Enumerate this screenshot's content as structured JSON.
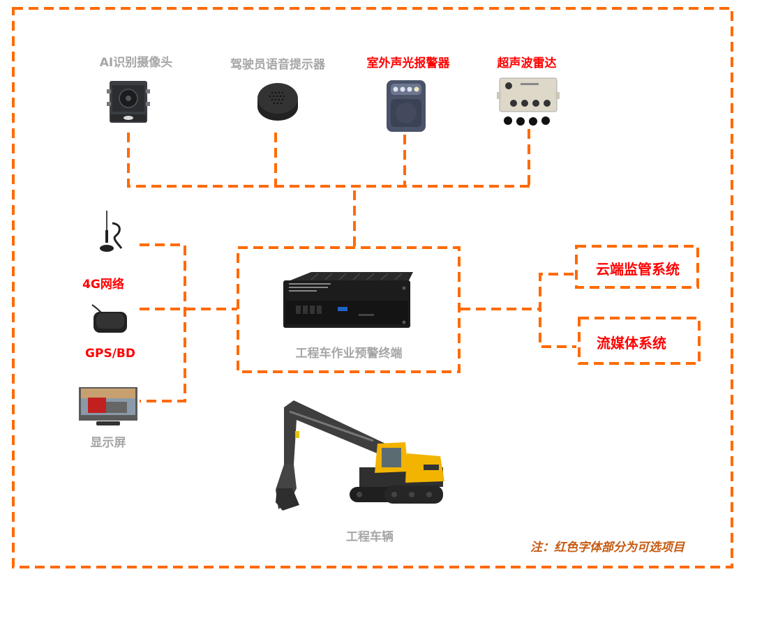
{
  "diagram": {
    "type": "system-architecture",
    "line_color": "#ff6a00",
    "optional_color": "#ff0000",
    "standard_color": "#a6a6a6",
    "note_color": "#c55a11"
  },
  "top_devices": [
    {
      "label": "AI识别摄像头",
      "icon": "camera-icon",
      "optional": false
    },
    {
      "label": "驾驶员语音提示器",
      "icon": "speaker-icon",
      "optional": false
    },
    {
      "label": "室外声光报警器",
      "icon": "alarm-icon",
      "optional": true
    },
    {
      "label": "超声波雷达",
      "icon": "radar-icon",
      "optional": true
    }
  ],
  "left_devices": [
    {
      "label": "4G网络",
      "icon": "antenna-icon",
      "optional": true
    },
    {
      "label": "GPS/BD",
      "icon": "gps-icon",
      "optional": true
    },
    {
      "label": "显示屏",
      "icon": "monitor-icon",
      "optional": false
    }
  ],
  "terminal": {
    "label": "工程车作业预警终端",
    "icon": "terminal-box-icon"
  },
  "right_systems": [
    {
      "label": "云端监管系统",
      "optional": true
    },
    {
      "label": "流媒体系统",
      "optional": true
    }
  ],
  "vehicle": {
    "label": "工程车辆",
    "icon": "excavator-icon"
  },
  "note": "注：红色字体部分为可选项目"
}
